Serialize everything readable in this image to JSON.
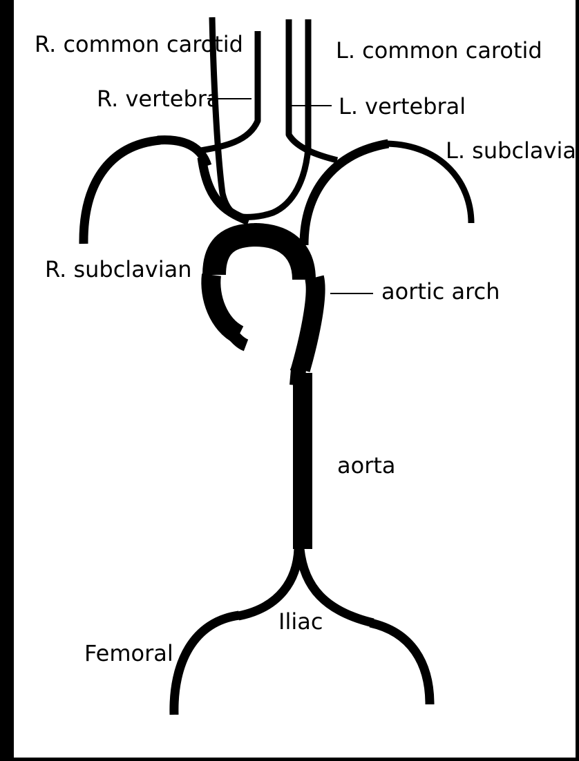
{
  "colors": {
    "background": "#000000",
    "panel": "#ffffff",
    "vessel": "#000000",
    "text": "#000000"
  },
  "labels": {
    "r_common_carotid": "R. common carotid",
    "l_common_carotid": "L. common carotid",
    "r_vertebral": "R. vertebra",
    "l_vertebral": "L. vertebral",
    "l_subclavian": "L. subclavia",
    "r_subclavian": "R. subclavian",
    "aortic_arch": "aortic arch",
    "aorta": "aorta",
    "iliac": "Iliac",
    "femoral": "Femoral"
  }
}
